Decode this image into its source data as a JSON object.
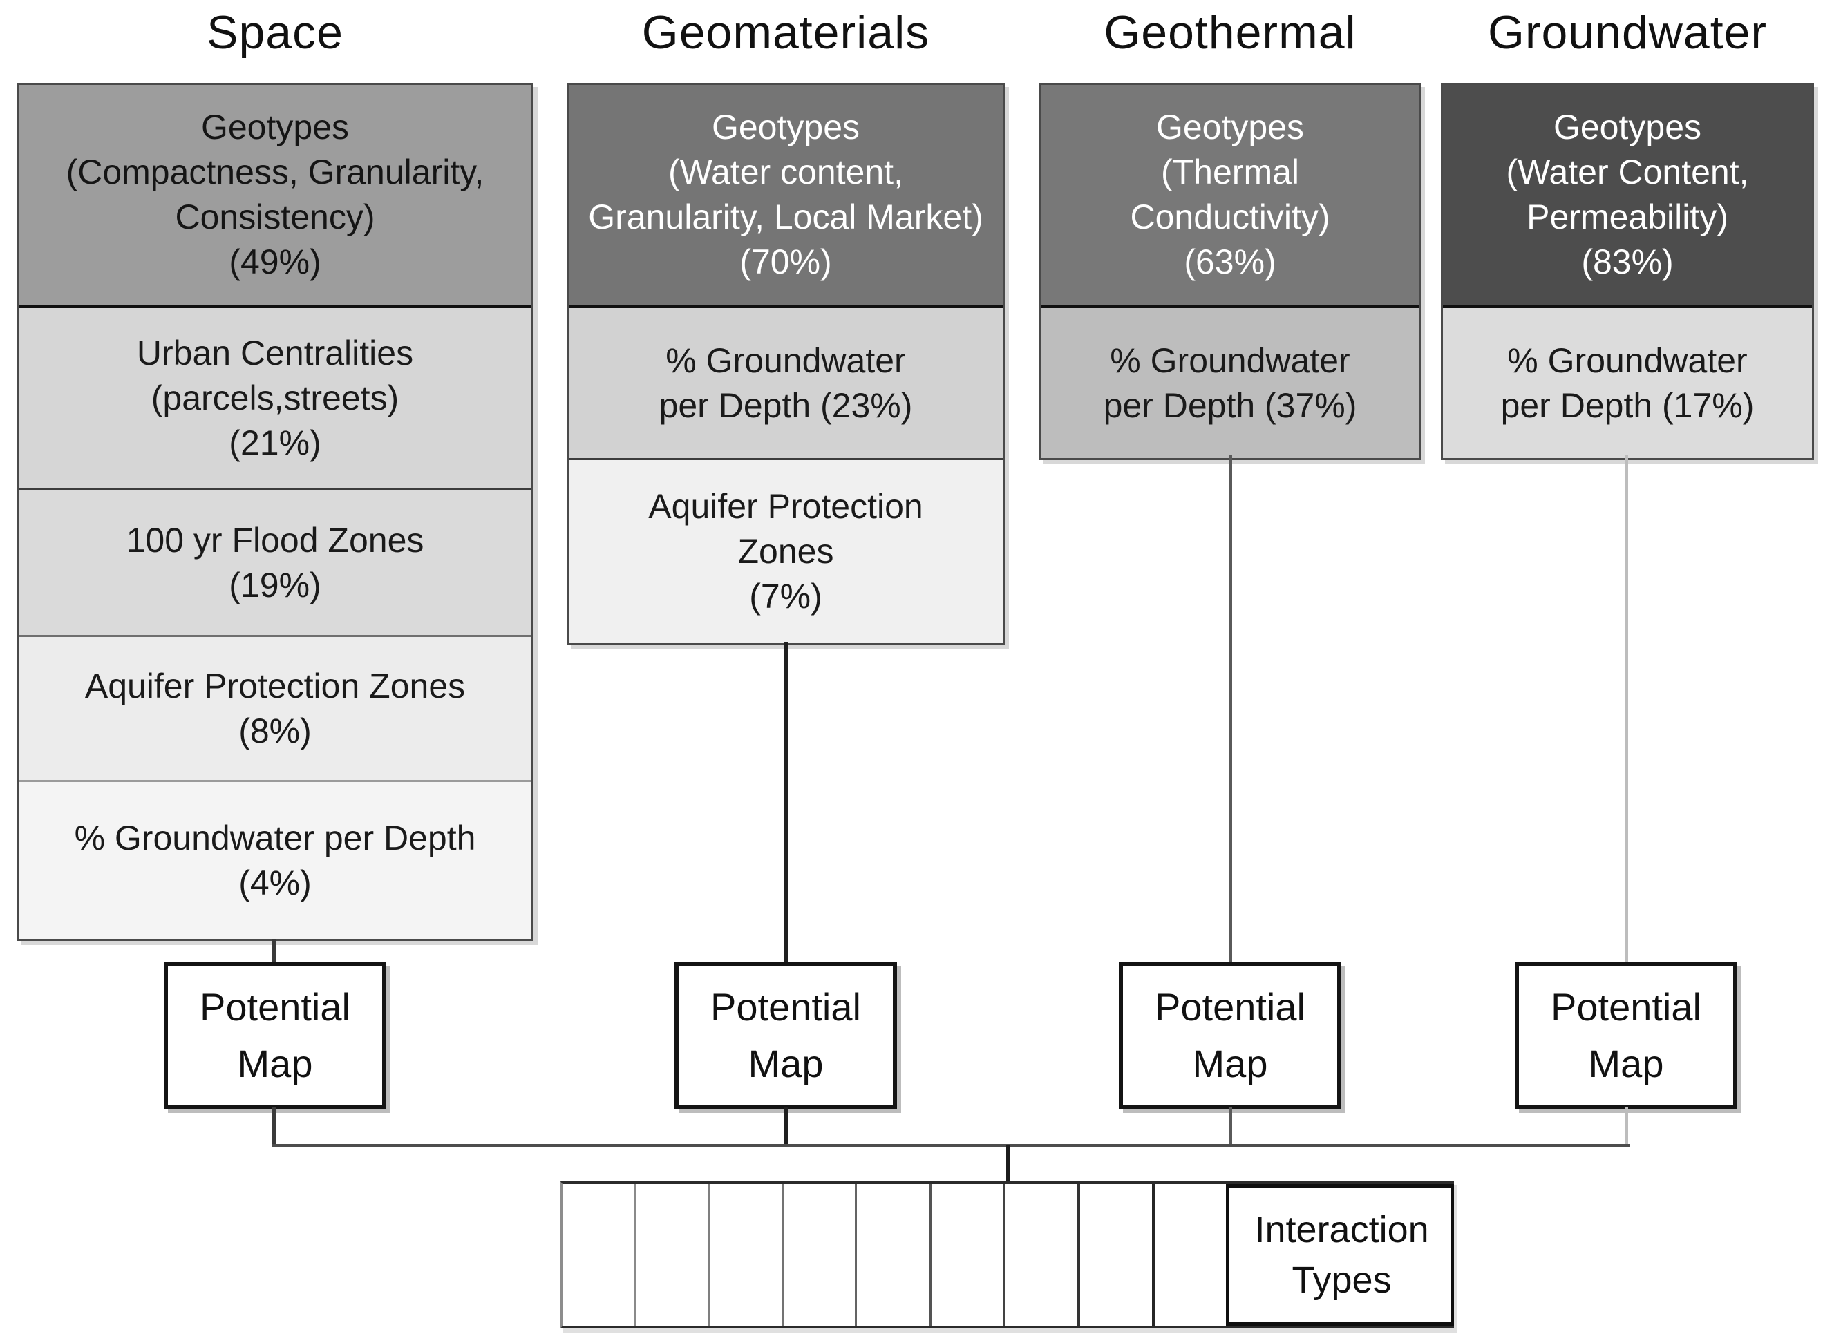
{
  "diagram": {
    "columns": [
      {
        "title": "Space",
        "connector_color": "#3a3a3a",
        "layers": [
          {
            "label": "Geotypes\n(Compactness, Granularity,\nConsistency)\n(49%)",
            "weight": "49%",
            "fill": "#9d9d9d",
            "text_color": "#151515"
          },
          {
            "label": "Urban Centralities\n(parcels,streets)\n(21%)",
            "weight": "21%",
            "fill": "#d6d6d6",
            "text_color": "#1a1a1a"
          },
          {
            "label": "100 yr Flood Zones\n(19%)",
            "weight": "19%",
            "fill": "#dadada",
            "text_color": "#1a1a1a"
          },
          {
            "label": "Aquifer Protection Zones\n(8%)",
            "weight": "8%",
            "fill": "#ececec",
            "text_color": "#1a1a1a"
          },
          {
            "label": "% Groundwater per Depth\n(4%)",
            "weight": "4%",
            "fill": "#f4f4f4",
            "text_color": "#1a1a1a"
          }
        ]
      },
      {
        "title": "Geomaterials",
        "connector_color": "#1f1f1f",
        "layers": [
          {
            "label": "Geotypes\n(Water content,\nGranularity, Local Market)\n(70%)",
            "weight": "70%",
            "fill": "#757575",
            "text_color": "#ffffff"
          },
          {
            "label": "% Groundwater\nper Depth (23%)",
            "weight": "23%",
            "fill": "#d2d2d2",
            "text_color": "#1a1a1a"
          },
          {
            "label": "Aquifer Protection\nZones\n(7%)",
            "weight": "7%",
            "fill": "#f0f0f0",
            "text_color": "#1a1a1a"
          }
        ]
      },
      {
        "title": "Geothermal",
        "connector_color": "#5a5a5a",
        "layers": [
          {
            "label": "Geotypes\n(Thermal\nConductivity)\n(63%)",
            "weight": "63%",
            "fill": "#787878",
            "text_color": "#ffffff"
          },
          {
            "label": "% Groundwater\nper Depth (37%)",
            "weight": "37%",
            "fill": "#bdbdbd",
            "text_color": "#1a1a1a"
          }
        ]
      },
      {
        "title": "Groundwater",
        "connector_color": "#bdbdbd",
        "layers": [
          {
            "label": "Geotypes\n(Water Content,\nPermeability)\n(83%)",
            "weight": "83%",
            "fill": "#4d4d4d",
            "text_color": "#ffffff"
          },
          {
            "label": "% Groundwater\nper Depth (17%)",
            "weight": "17%",
            "fill": "#dcdcdc",
            "text_color": "#1a1a1a"
          }
        ]
      }
    ],
    "potential_map_label": "Potential\nMap",
    "interaction_types_label": "Interaction\nTypes",
    "empty_interaction_cells": 9
  }
}
